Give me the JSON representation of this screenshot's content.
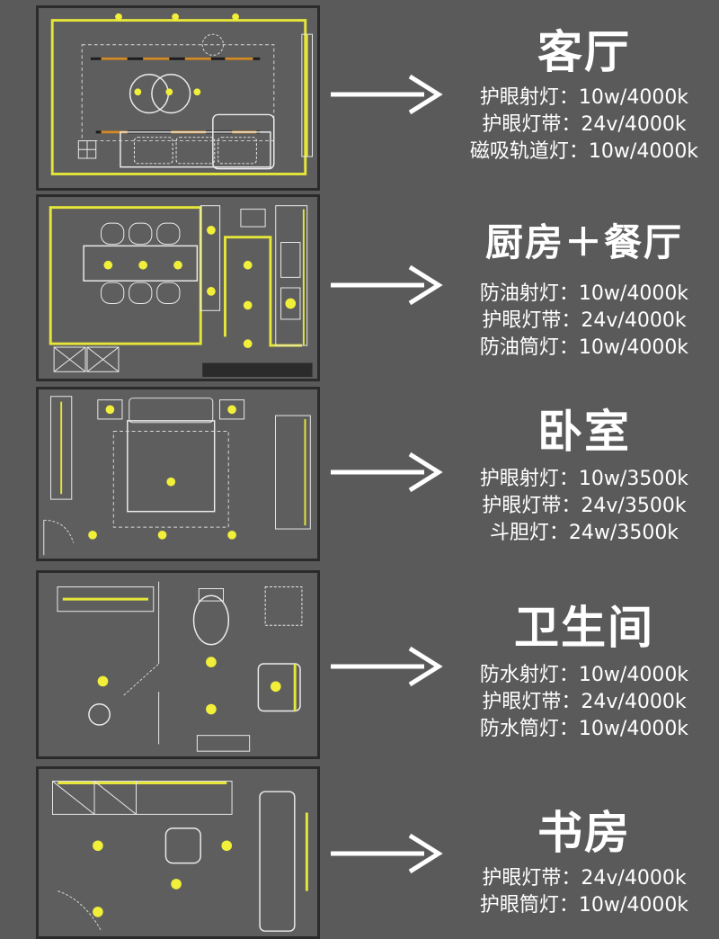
{
  "colors": {
    "background": "#5a5a5a",
    "wall": "#2b2b2b",
    "floor": "#5e5e5e",
    "line": "#e8e8e8",
    "led_strip": "#e6e63a",
    "spot_light": "#f2ef3a",
    "track_accent": "#d08a2a",
    "text": "#ffffff"
  },
  "rooms": [
    {
      "id": "living",
      "title": "客厅",
      "specs": [
        "护眼射灯：10w/4000k",
        "护眼灯带：24v/4000k",
        "磁吸轨道灯：10w/4000k"
      ]
    },
    {
      "id": "kitchen",
      "title": "厨房＋餐厅",
      "specs": [
        "防油射灯：10w/4000k",
        "护眼灯带：24v/4000k",
        "防油筒灯：10w/4000k"
      ]
    },
    {
      "id": "bedroom",
      "title": "卧室",
      "specs": [
        "护眼射灯：10w/3500k",
        "护眼灯带：24v/3500k",
        "斗胆灯：24w/3500k"
      ]
    },
    {
      "id": "bathroom",
      "title": "卫生间",
      "specs": [
        "防水射灯：10w/4000k",
        "护眼灯带：24v/4000k",
        "防水筒灯：10w/4000k"
      ]
    },
    {
      "id": "study",
      "title": "书房",
      "specs": [
        "护眼灯带：24v/4000k",
        "护眼筒灯：10w/4000k"
      ]
    }
  ]
}
